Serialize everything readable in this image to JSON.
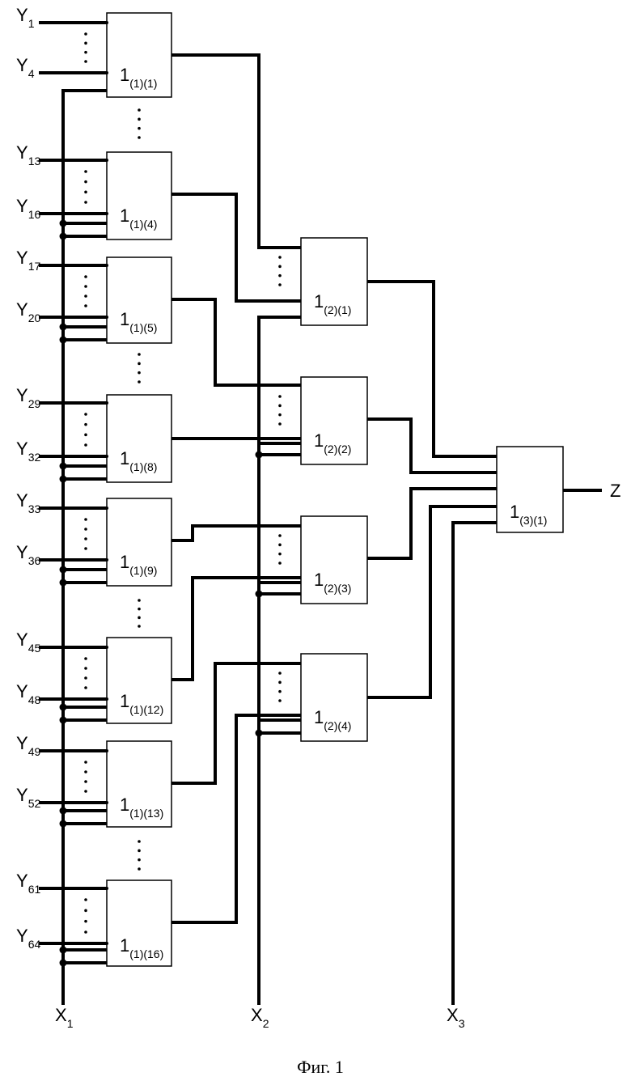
{
  "caption": "Фиг. 1",
  "output_label": {
    "main": "Z"
  },
  "control_inputs": [
    {
      "main": "X",
      "sub": "1"
    },
    {
      "main": "X",
      "sub": "2"
    },
    {
      "main": "X",
      "sub": "3"
    }
  ],
  "data_inputs": [
    {
      "main": "Y",
      "sub": "1"
    },
    {
      "main": "Y",
      "sub": "4"
    },
    {
      "main": "Y",
      "sub": "13"
    },
    {
      "main": "Y",
      "sub": "16"
    },
    {
      "main": "Y",
      "sub": "17"
    },
    {
      "main": "Y",
      "sub": "20"
    },
    {
      "main": "Y",
      "sub": "29"
    },
    {
      "main": "Y",
      "sub": "32"
    },
    {
      "main": "Y",
      "sub": "33"
    },
    {
      "main": "Y",
      "sub": "36"
    },
    {
      "main": "Y",
      "sub": "45"
    },
    {
      "main": "Y",
      "sub": "48"
    },
    {
      "main": "Y",
      "sub": "49"
    },
    {
      "main": "Y",
      "sub": "52"
    },
    {
      "main": "Y",
      "sub": "61"
    },
    {
      "main": "Y",
      "sub": "64"
    }
  ],
  "blocks": [
    {
      "main": "1",
      "sub": "(1)(1)"
    },
    {
      "main": "1",
      "sub": "(1)(4)"
    },
    {
      "main": "1",
      "sub": "(1)(5)"
    },
    {
      "main": "1",
      "sub": "(1)(8)"
    },
    {
      "main": "1",
      "sub": "(1)(9)"
    },
    {
      "main": "1",
      "sub": "(1)(12)"
    },
    {
      "main": "1",
      "sub": "(1)(13)"
    },
    {
      "main": "1",
      "sub": "(1)(16)"
    },
    {
      "main": "1",
      "sub": "(2)(1)"
    },
    {
      "main": "1",
      "sub": "(2)(2)"
    },
    {
      "main": "1",
      "sub": "(2)(3)"
    },
    {
      "main": "1",
      "sub": "(2)(4)"
    },
    {
      "main": "1",
      "sub": "(3)(1)"
    }
  ]
}
